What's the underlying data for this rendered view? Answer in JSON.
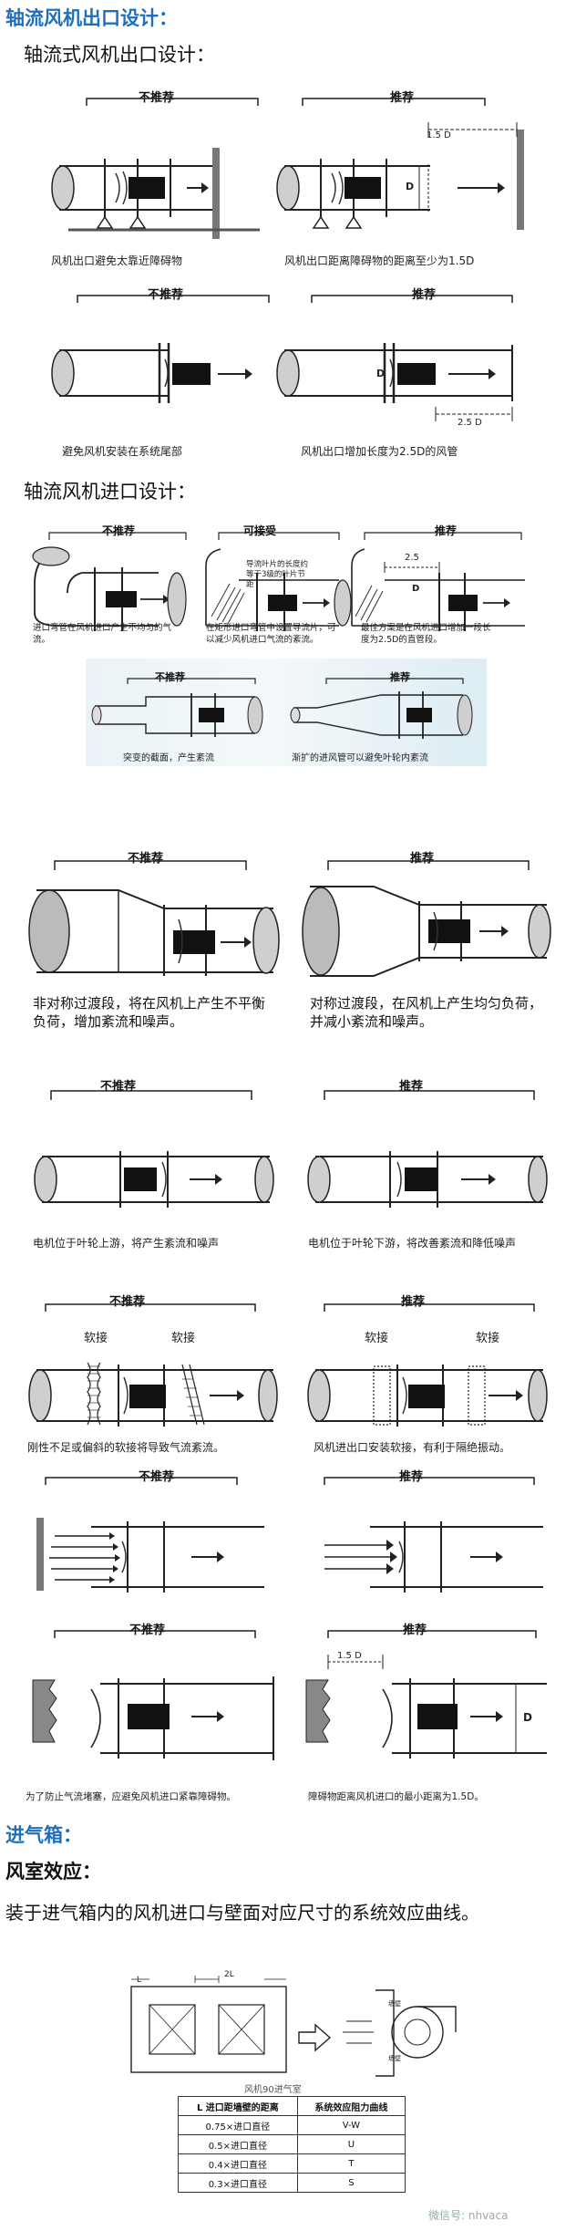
{
  "sections": {
    "fan_outlet_title": "轴流风机出口设计：",
    "axial_outlet_title": "轴流式风机出口设计：",
    "axial_inlet_title": "轴流风机进口设计：",
    "inlet_box_title": "进气箱：",
    "plenum_title": "风室效应：",
    "plenum_desc": "装于进气箱内的风机进口与壁面对应尺寸的系统效应曲线。"
  },
  "labels": {
    "not_recommended": "不推荐",
    "recommended": "推荐",
    "acceptable": "可接受",
    "soft_joint": "软接"
  },
  "dims": {
    "d": "D",
    "d15": "1.5 D",
    "d25": "2.5 D",
    "d25_short": "2.5",
    "d15_b": "1.5 D",
    "l": "L",
    "l2": "2L"
  },
  "captions": {
    "o1_bad": "风机出口避免太靠近障碍物",
    "o1_good": "风机出口距离障碍物的距离至少为1.5D",
    "o2_bad": "避免风机安装在系统尾部",
    "o2_good": "风机出口增加长度为2.5D的风管",
    "i1_bad": "进口弯管在风机进口产生不均匀的气流。",
    "i1_ok_note": "导流叶片的长度约等于3级的叶片节距",
    "i1_ok": "在矩形进口弯管中设置导流片，可以减少风机进口气流的紊流。",
    "i1_good": "最佳方案是在风机进口增加一段长度为2.5D的直管段。",
    "i2_bad": "突变的截面，产生紊流",
    "i2_good": "渐扩的进风管可以避免叶轮内紊流",
    "t_bad": "非对称过渡段，将在风机上产生不平衡负荷，增加紊流和噪声。",
    "t_good": "对称过渡段，在风机上产生均匀负荷，并减小紊流和噪声。",
    "m_bad": "电机位于叶轮上游，将产生紊流和噪声",
    "m_good": "电机位于叶轮下游，将改善紊流和降低噪声",
    "s_bad": "刚性不足或偏斜的软接将导致气流紊流。",
    "s_good": "风机进出口安装软接，有利于隔绝振动。",
    "w_bad": "为了防止气流堵塞，应避免风机进口紧靠障碍物。",
    "w_good": "障碍物距离风机进口的最小距离为1.5D。"
  },
  "figure": {
    "plenum_sub": "风机90进气室",
    "wall_label": "墙壁"
  },
  "table": {
    "headers": [
      "L 进口距墙壁的距离",
      "系统效应阻力曲线"
    ],
    "rows": [
      [
        "0.75×进口直径",
        "V-W"
      ],
      [
        "0.5×进口直径",
        "U"
      ],
      [
        "0.4×进口直径",
        "T"
      ],
      [
        "0.3×进口直径",
        "S"
      ]
    ]
  },
  "watermark": "微信号: nhvaca",
  "colors": {
    "heading_blue": "#1f6fbf"
  }
}
